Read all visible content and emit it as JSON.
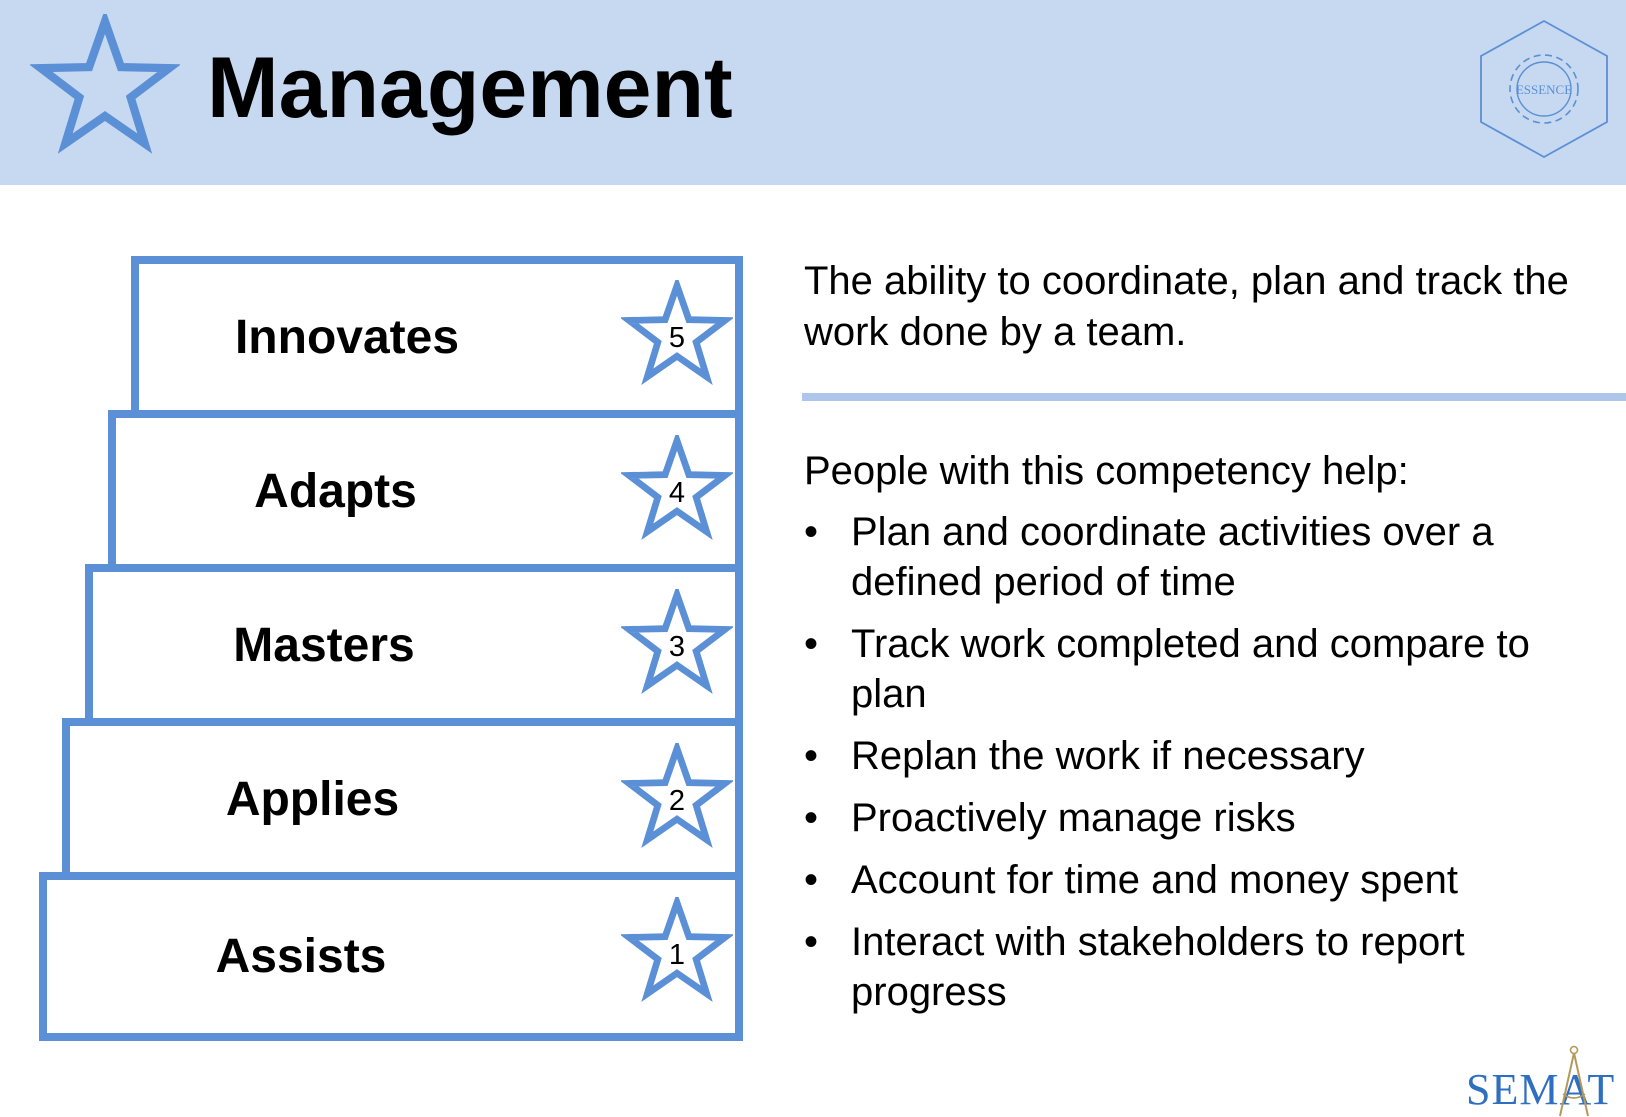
{
  "header": {
    "title": "Management",
    "badge_text": "ESSENCE",
    "star_icon": "star-outline-icon",
    "colors": {
      "header_background": "#c6d9f0",
      "accent": "#5b8fd6",
      "divider": "#aec6ea"
    }
  },
  "levels": [
    {
      "number": "5",
      "label": "Innovates"
    },
    {
      "number": "4",
      "label": "Adapts"
    },
    {
      "number": "3",
      "label": "Masters"
    },
    {
      "number": "2",
      "label": "Applies"
    },
    {
      "number": "1",
      "label": "Assists"
    }
  ],
  "description": {
    "summary": "The ability to coordinate, plan and track the work done by a team.",
    "intro": "People with this competency help:",
    "bullet_symbol": "•",
    "bullets": [
      "Plan and coordinate activities over a defined period of time",
      "Track work completed and compare to plan",
      "Replan the work if necessary",
      "Proactively manage risks",
      "Account for time and money spent",
      "Interact with stakeholders to report progress"
    ]
  },
  "footer": {
    "logo_text": "SEMAT",
    "logo_icon": "compass-icon"
  }
}
